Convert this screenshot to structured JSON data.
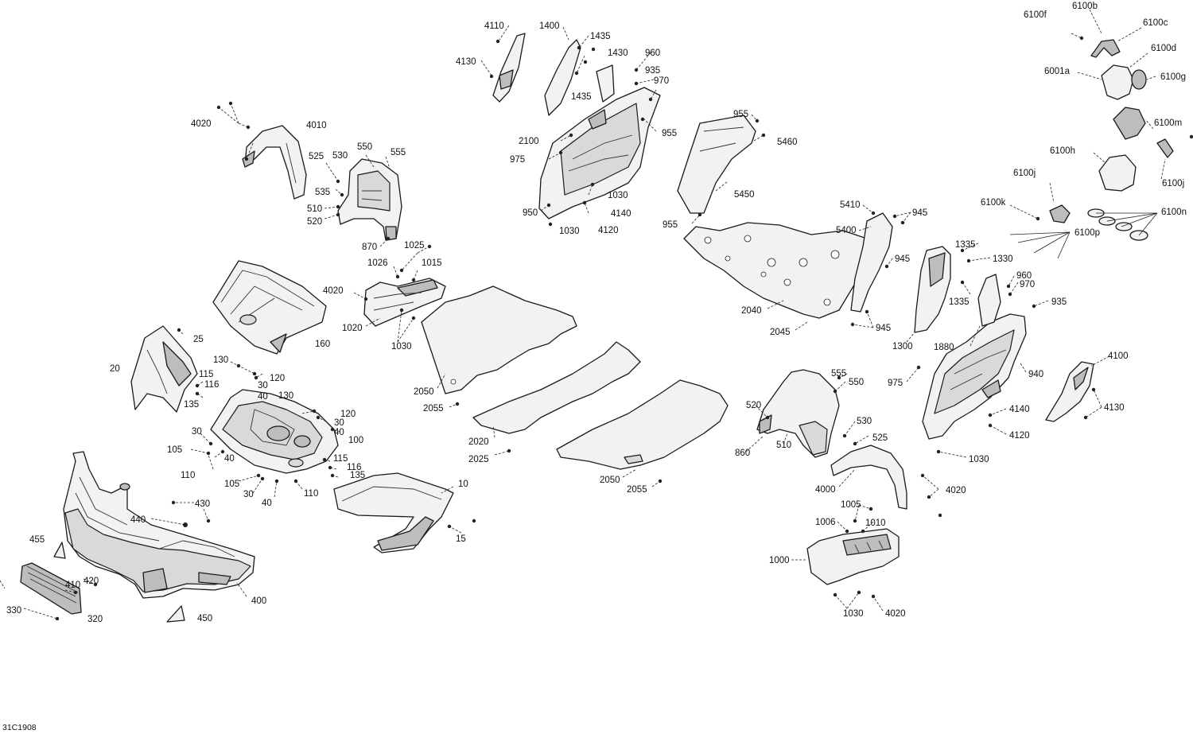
{
  "diagram_code": "31C1908",
  "callouts": [
    {
      "id": "c4110",
      "text": "4110"
    },
    {
      "id": "c4130a",
      "text": "4130"
    },
    {
      "id": "c1400",
      "text": "1400"
    },
    {
      "id": "c1435a",
      "text": "1435"
    },
    {
      "id": "c1430",
      "text": "1430"
    },
    {
      "id": "c1435b",
      "text": "1435"
    },
    {
      "id": "c960a",
      "text": "960"
    },
    {
      "id": "c935a",
      "text": "935"
    },
    {
      "id": "c970a",
      "text": "970"
    },
    {
      "id": "c955a",
      "text": "955"
    },
    {
      "id": "c2100",
      "text": "2100"
    },
    {
      "id": "c975a",
      "text": "975"
    },
    {
      "id": "c950",
      "text": "950"
    },
    {
      "id": "c1030a",
      "text": "1030"
    },
    {
      "id": "c4140a",
      "text": "4140"
    },
    {
      "id": "c1030b",
      "text": "1030"
    },
    {
      "id": "c4120a",
      "text": "4120"
    },
    {
      "id": "c955b",
      "text": "955"
    },
    {
      "id": "c5460",
      "text": "5460"
    },
    {
      "id": "c5450",
      "text": "5450"
    },
    {
      "id": "c955c",
      "text": "955"
    },
    {
      "id": "c6100f",
      "text": "6100f"
    },
    {
      "id": "c6100b",
      "text": "6100b"
    },
    {
      "id": "c6100c",
      "text": "6100c"
    },
    {
      "id": "c6100d",
      "text": "6100d"
    },
    {
      "id": "c6001a",
      "text": "6001a"
    },
    {
      "id": "c6100g",
      "text": "6100g"
    },
    {
      "id": "c6100m",
      "text": "6100m"
    },
    {
      "id": "c6100h",
      "text": "6100h"
    },
    {
      "id": "c6100j_a",
      "text": "6100j"
    },
    {
      "id": "c6100j_b",
      "text": "6100j"
    },
    {
      "id": "c6100k",
      "text": "6100k"
    },
    {
      "id": "c6100n",
      "text": "6100n"
    },
    {
      "id": "c6100p",
      "text": "6100p"
    },
    {
      "id": "c4020a",
      "text": "4020"
    },
    {
      "id": "c4010",
      "text": "4010"
    },
    {
      "id": "c525a",
      "text": "525"
    },
    {
      "id": "c530a",
      "text": "530"
    },
    {
      "id": "c550a",
      "text": "550"
    },
    {
      "id": "c555a",
      "text": "555"
    },
    {
      "id": "c535",
      "text": "535"
    },
    {
      "id": "c510a",
      "text": "510"
    },
    {
      "id": "c520a",
      "text": "520"
    },
    {
      "id": "c870",
      "text": "870"
    },
    {
      "id": "c1025",
      "text": "1025"
    },
    {
      "id": "c1026",
      "text": "1026"
    },
    {
      "id": "c1015",
      "text": "1015"
    },
    {
      "id": "c4020b",
      "text": "4020"
    },
    {
      "id": "c1020",
      "text": "1020"
    },
    {
      "id": "c1030c",
      "text": "1030"
    },
    {
      "id": "c160",
      "text": "160"
    },
    {
      "id": "c25",
      "text": "25"
    },
    {
      "id": "c20",
      "text": "20"
    },
    {
      "id": "c130a",
      "text": "130"
    },
    {
      "id": "c120a",
      "text": "120"
    },
    {
      "id": "c115a",
      "text": "115"
    },
    {
      "id": "c116a",
      "text": "116"
    },
    {
      "id": "c30a",
      "text": "30"
    },
    {
      "id": "c40a",
      "text": "40"
    },
    {
      "id": "c135a",
      "text": "135"
    },
    {
      "id": "c130b",
      "text": "130"
    },
    {
      "id": "c120b",
      "text": "120"
    },
    {
      "id": "c30b",
      "text": "30"
    },
    {
      "id": "c40b",
      "text": "40"
    },
    {
      "id": "c100",
      "text": "100"
    },
    {
      "id": "c30c",
      "text": "30"
    },
    {
      "id": "c105a",
      "text": "105"
    },
    {
      "id": "c40c",
      "text": "40"
    },
    {
      "id": "c110a",
      "text": "110"
    },
    {
      "id": "c115b",
      "text": "115"
    },
    {
      "id": "c116b",
      "text": "116"
    },
    {
      "id": "c135b",
      "text": "135"
    },
    {
      "id": "c105b",
      "text": "105"
    },
    {
      "id": "c30d",
      "text": "30"
    },
    {
      "id": "c40d",
      "text": "40"
    },
    {
      "id": "c110b",
      "text": "110"
    },
    {
      "id": "c10",
      "text": "10"
    },
    {
      "id": "c15",
      "text": "15"
    },
    {
      "id": "c430",
      "text": "430"
    },
    {
      "id": "c440",
      "text": "440"
    },
    {
      "id": "c455",
      "text": "455"
    },
    {
      "id": "c420",
      "text": "420"
    },
    {
      "id": "c410",
      "text": "410"
    },
    {
      "id": "c330",
      "text": "330"
    },
    {
      "id": "c320",
      "text": "320"
    },
    {
      "id": "c400",
      "text": "400"
    },
    {
      "id": "c450",
      "text": "450"
    },
    {
      "id": "c2050a",
      "text": "2050"
    },
    {
      "id": "c2055a",
      "text": "2055"
    },
    {
      "id": "c2020",
      "text": "2020"
    },
    {
      "id": "c2025",
      "text": "2025"
    },
    {
      "id": "c2050b",
      "text": "2050"
    },
    {
      "id": "c2055b",
      "text": "2055"
    },
    {
      "id": "c5410",
      "text": "5410"
    },
    {
      "id": "c945a",
      "text": "945"
    },
    {
      "id": "c5400",
      "text": "5400"
    },
    {
      "id": "c945b",
      "text": "945"
    },
    {
      "id": "c2040",
      "text": "2040"
    },
    {
      "id": "c2045",
      "text": "2045"
    },
    {
      "id": "c945c",
      "text": "945"
    },
    {
      "id": "c1335a",
      "text": "1335"
    },
    {
      "id": "c1330",
      "text": "1330"
    },
    {
      "id": "c1335b",
      "text": "1335"
    },
    {
      "id": "c1300",
      "text": "1300"
    },
    {
      "id": "c960b",
      "text": "960"
    },
    {
      "id": "c970b",
      "text": "970"
    },
    {
      "id": "c935b",
      "text": "935"
    },
    {
      "id": "c1880",
      "text": "1880"
    },
    {
      "id": "c940",
      "text": "940"
    },
    {
      "id": "c975b",
      "text": "975"
    },
    {
      "id": "c4100",
      "text": "4100"
    },
    {
      "id": "c4140b",
      "text": "4140"
    },
    {
      "id": "c4130b",
      "text": "4130"
    },
    {
      "id": "c4120b",
      "text": "4120"
    },
    {
      "id": "c1030d",
      "text": "1030"
    },
    {
      "id": "c555b",
      "text": "555"
    },
    {
      "id": "c550b",
      "text": "550"
    },
    {
      "id": "c520b",
      "text": "520"
    },
    {
      "id": "c530b",
      "text": "530"
    },
    {
      "id": "c525b",
      "text": "525"
    },
    {
      "id": "c510b",
      "text": "510"
    },
    {
      "id": "c860",
      "text": "860"
    },
    {
      "id": "c4000",
      "text": "4000"
    },
    {
      "id": "c4020c",
      "text": "4020"
    },
    {
      "id": "c1005",
      "text": "1005"
    },
    {
      "id": "c1006",
      "text": "1006"
    },
    {
      "id": "c1010",
      "text": "1010"
    },
    {
      "id": "c1000",
      "text": "1000"
    },
    {
      "id": "c1030e",
      "text": "1030"
    },
    {
      "id": "c4020d",
      "text": "4020"
    }
  ]
}
